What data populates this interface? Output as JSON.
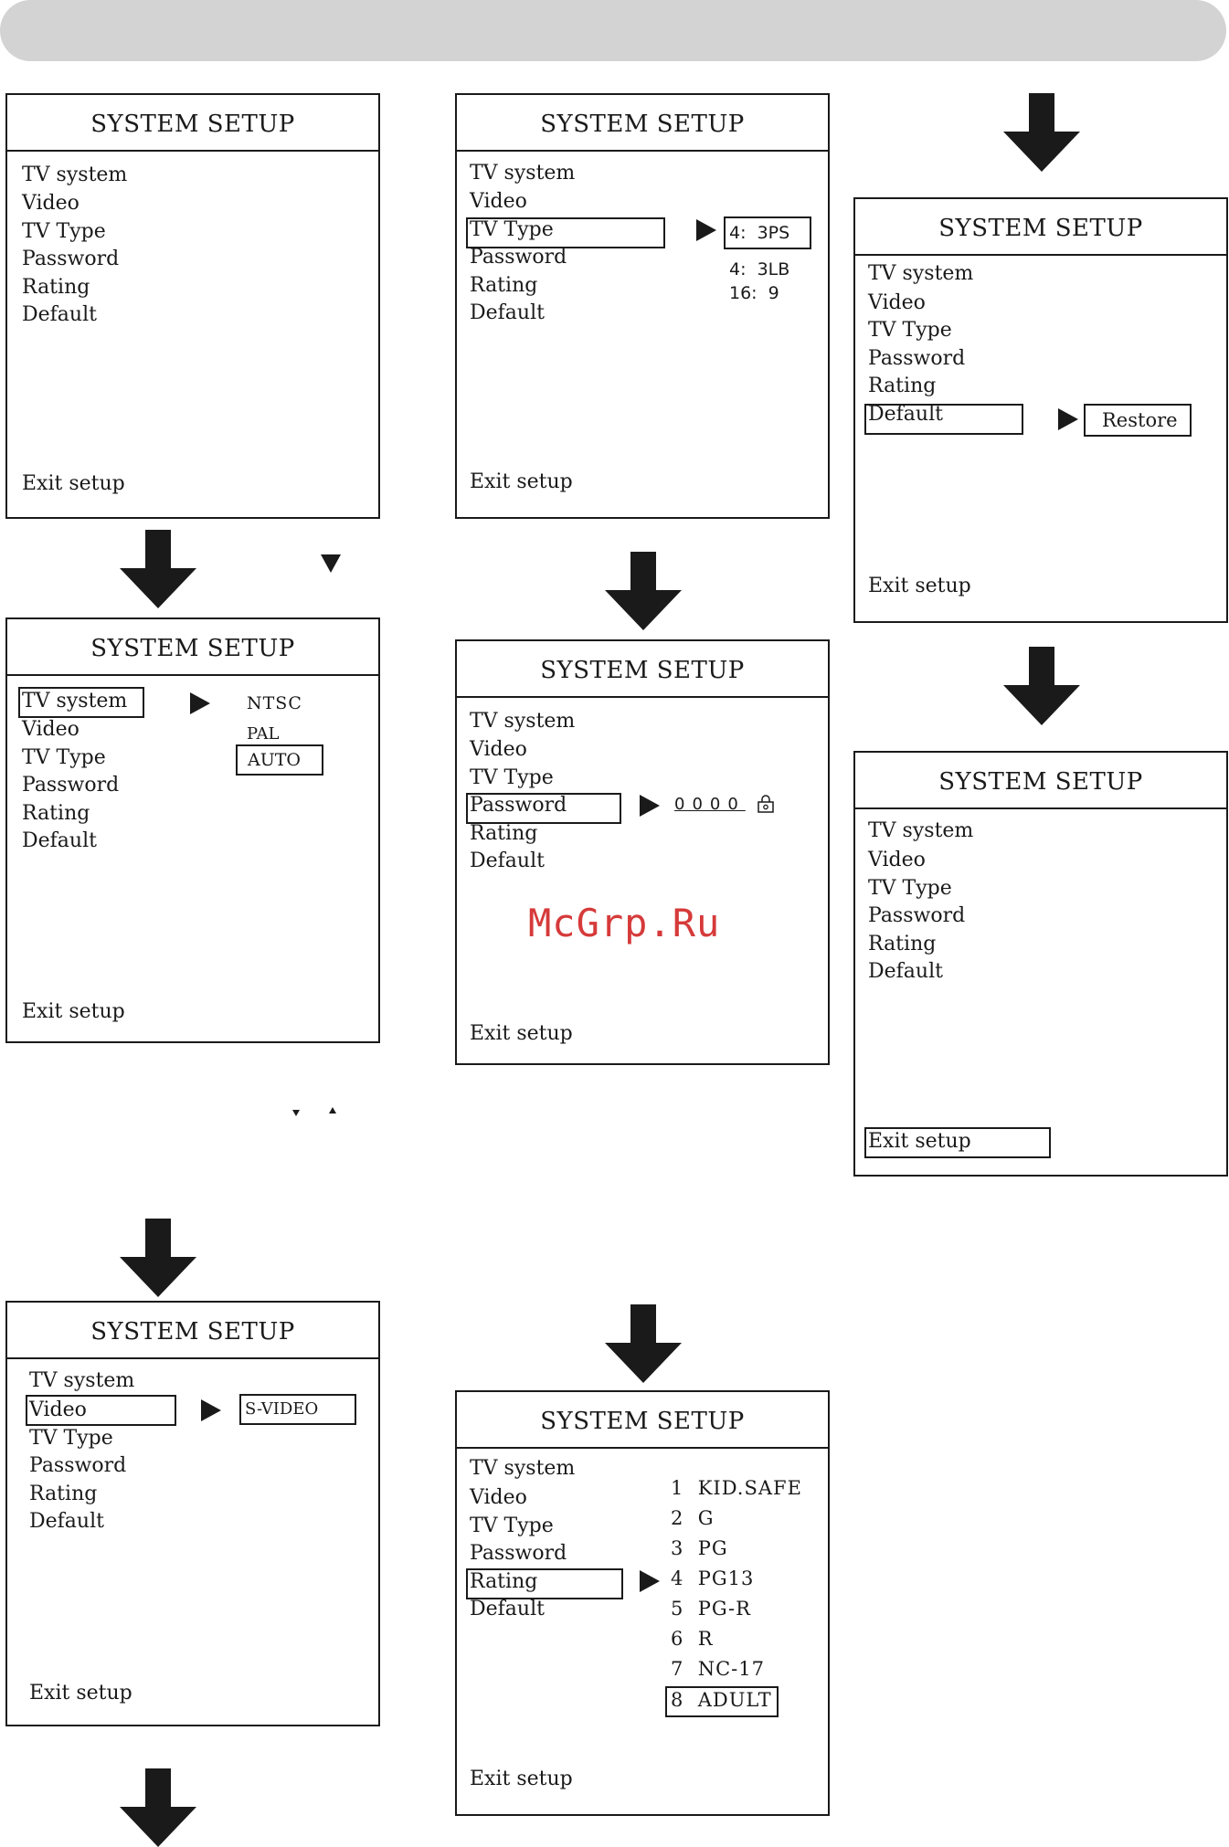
{
  "header": {
    "bar": ""
  },
  "menu": {
    "title": "SYSTEM SETUP",
    "items": [
      "TV system",
      "Video",
      "TV Type",
      "Password",
      "Rating",
      "Default"
    ],
    "exit": "Exit setup"
  },
  "tv_system_options": [
    "NTSC",
    "PAL",
    "AUTO"
  ],
  "video_option": "S-VIDEO",
  "tv_type_options": [
    "4:  3PS",
    "4:  3LB",
    "16:  9"
  ],
  "password_digits": "0000",
  "rating_options": [
    "1  KID.SAFE",
    "2  G",
    "3  PG",
    "4  PG13",
    "5  PG-R",
    "6  R",
    "7  NC-17",
    "8  ADULT"
  ],
  "default_option": "Restore",
  "watermark": "McGrp.Ru",
  "icons": [
    "down-arrow-icon",
    "right-triangle-icon",
    "lock-icon"
  ]
}
